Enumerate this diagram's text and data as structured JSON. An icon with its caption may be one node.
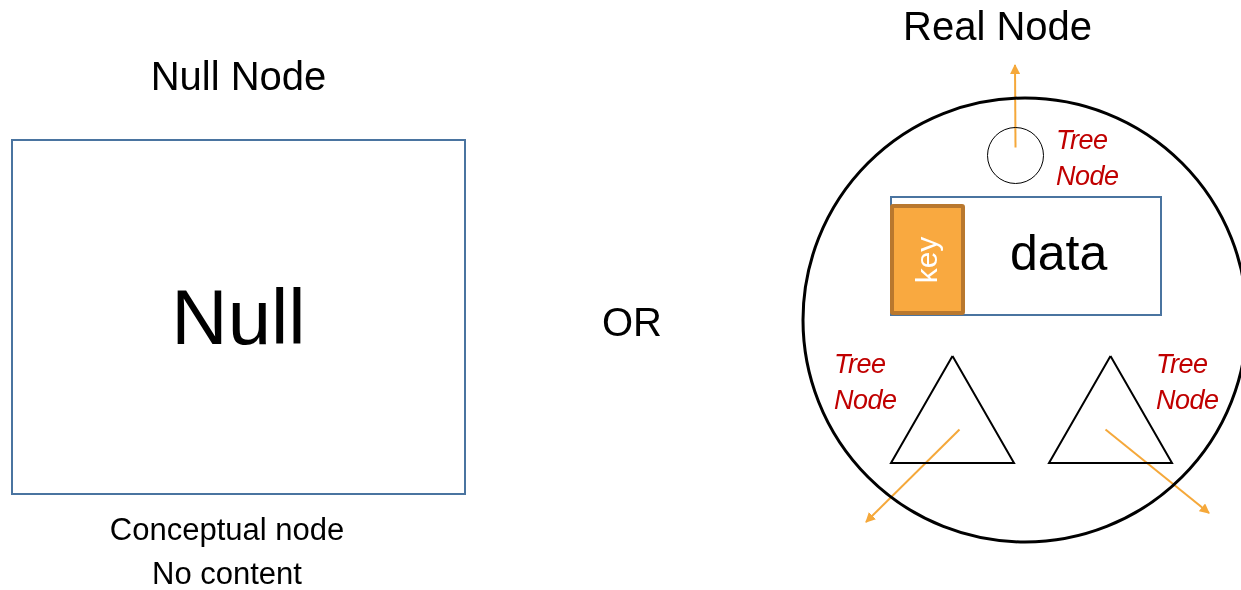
{
  "diagram": {
    "nodes": [
      {
        "text": [
          "Null Node",
          "Null"
        ],
        "beside": [
          "Conceptual node No content"
        ]
      },
      {
        "text": [
          "Real Node"
        ]
      },
      {
        "text": [],
        "shape": "circle",
        "in": 1,
        "beside": [
          "Tree Node"
        ]
      },
      {
        "text": [
          "data"
        ],
        "in": 1
      },
      {
        "text": [
          "key"
        ],
        "in": 3
      },
      {
        "text": [],
        "shape": "triangle",
        "in": 1,
        "beside": [
          "Tree Node"
        ]
      },
      {
        "text": [],
        "shape": "triangle",
        "in": 1,
        "beside": [
          "Tree Node"
        ]
      }
    ],
    "edges": [
      {
        "from": 2,
        "to": null,
        "arrow": "to"
      },
      {
        "from": 5,
        "to": null,
        "arrow": "to"
      },
      {
        "from": 6,
        "to": null,
        "arrow": "to"
      }
    ],
    "labels": [
      "OR"
    ]
  }
}
